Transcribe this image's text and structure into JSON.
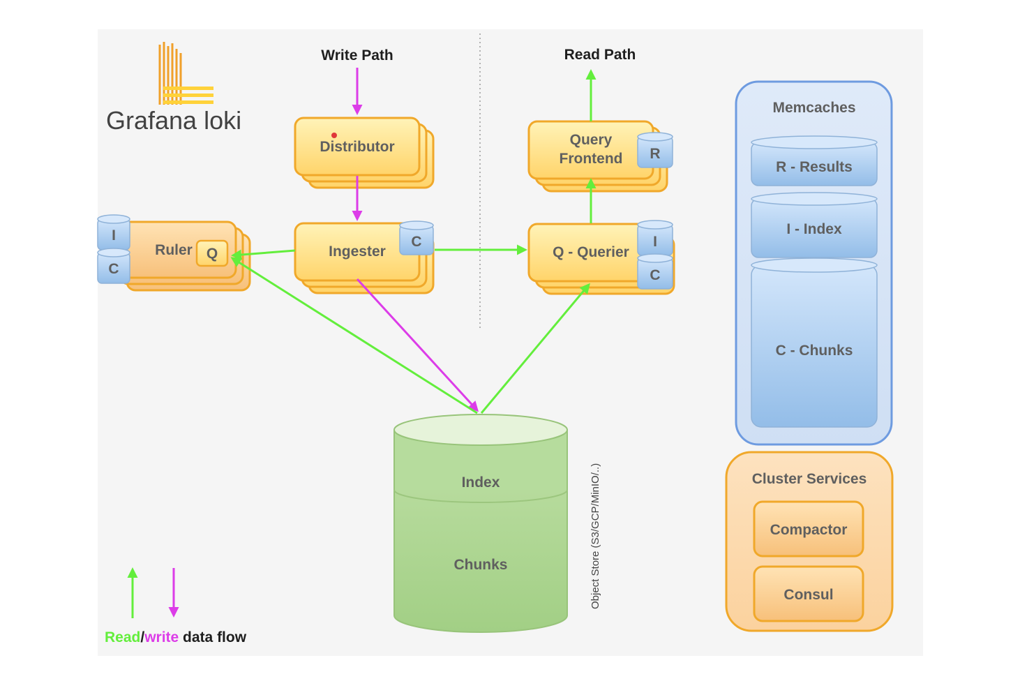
{
  "logo": {
    "text": "Grafana loki"
  },
  "paths": {
    "write": "Write Path",
    "read": "Read Path"
  },
  "components": {
    "distributor": "Distributor",
    "ingester": "Ingester",
    "ruler": "Ruler",
    "query_frontend_line1": "Query",
    "query_frontend_line2": "Frontend",
    "querier": "Q - Querier"
  },
  "cache_badges": {
    "ingester_c": "C",
    "ruler_q": "Q",
    "ruler_i": "I",
    "ruler_c": "C",
    "frontend_r": "R",
    "querier_i": "I",
    "querier_c": "C"
  },
  "memcaches": {
    "title": "Memcaches",
    "results": "R - Results",
    "index": "I - Index",
    "chunks": "C - Chunks"
  },
  "cluster_services": {
    "title": "Cluster Services",
    "compactor": "Compactor",
    "consul": "Consul"
  },
  "object_store": {
    "index": "Index",
    "chunks": "Chunks",
    "label": "Object Store (S3/GCP/MinIO/..)"
  },
  "legend": {
    "read": "Read",
    "sep": "/",
    "write": "write",
    "rest": " data flow"
  },
  "colors": {
    "read": "#63ee3c",
    "write": "#dc3ce8",
    "component_fill": "#ffe08a",
    "component_border": "#f0a82a",
    "cache_fill": "#a8c8ec",
    "store_fill": "#a9d38e",
    "canvas": "#f5f5f5"
  }
}
